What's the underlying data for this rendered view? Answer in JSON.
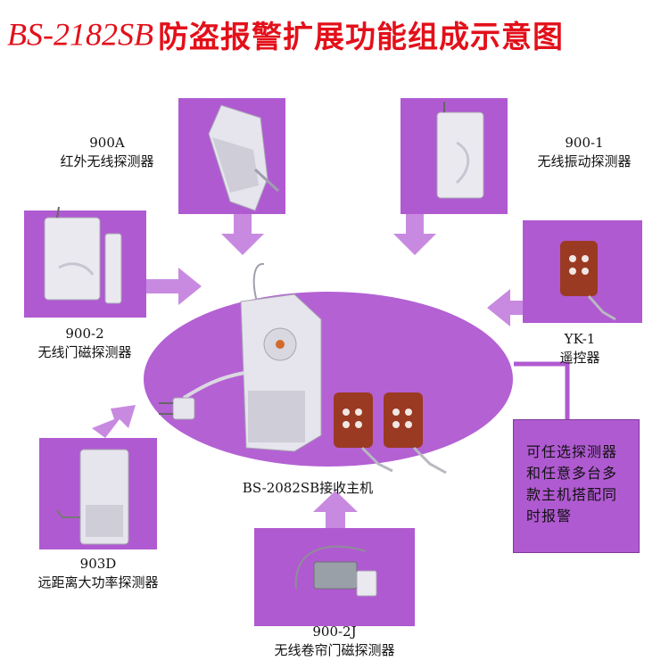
{
  "title": {
    "model": "BS-2182SB",
    "text": "防盗报警扩展功能组成示意图",
    "color": "#e3101a"
  },
  "colors": {
    "panel": "#b05ad1",
    "panel_light": "#c88ae0",
    "center_ellipse": "#b461d4",
    "device": "#e6e4ec",
    "remote": "#9b3a22"
  },
  "center": {
    "label": "BS-2082SB接收主机"
  },
  "devices": [
    {
      "id": "900a",
      "model": "900A",
      "name": "红外无线探测器",
      "icon": "pir-sensor-icon"
    },
    {
      "id": "9001",
      "model": "900-1",
      "name": "无线振动探测器",
      "icon": "vibration-sensor-icon"
    },
    {
      "id": "9002",
      "model": "900-2",
      "name": "无线门磁探测器",
      "icon": "door-magnet-icon"
    },
    {
      "id": "yk1",
      "model": "YK-1",
      "name": "遥控器",
      "icon": "remote-control-icon"
    },
    {
      "id": "903d",
      "model": "903D",
      "name": "远距离大功率探测器",
      "icon": "long-range-detector-icon"
    },
    {
      "id": "9002j",
      "model": "900-2J",
      "name": "无线卷帘门磁探测器",
      "icon": "shutter-magnet-icon"
    }
  ],
  "note": {
    "lines": [
      "可任选探测器",
      "和任意多台多",
      "款主机搭配同",
      "时报警"
    ]
  }
}
